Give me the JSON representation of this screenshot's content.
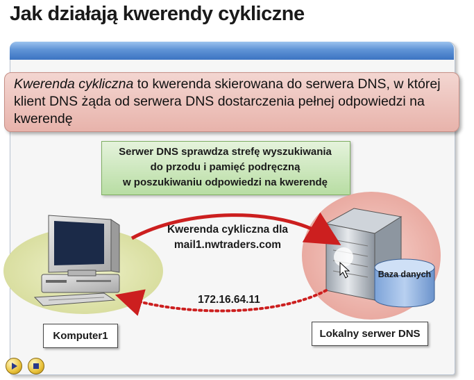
{
  "title": "Jak działają kwerendy cykliczne",
  "definition": {
    "term": "Kwerenda cykliczna",
    "text": " to kwerenda skierowana do serwera DNS, w której klient DNS żąda od serwera DNS dostarczenia pełnej odpowiedzi na kwerendę"
  },
  "note": {
    "lines": [
      "Serwer DNS sprawdza strefę wyszukiwania",
      "do przodu i pamięć podręczną",
      "w poszukiwaniu odpowiedzi na kwerendę"
    ]
  },
  "query": {
    "lines": [
      "Kwerenda cykliczna dla",
      "mail1.nwtraders.com"
    ]
  },
  "response": "172.16.64.11",
  "client_label": "Komputer1",
  "server_label": "Lokalny serwer DNS",
  "database_label": "Baza danych",
  "colors": {
    "query_arrow": "#cc1f1f",
    "response_arrow": "#cc1f1f",
    "panel_bar": "#4a82cc",
    "definition_fill": "#eec4bd",
    "note_fill": "#cfe8c0"
  }
}
